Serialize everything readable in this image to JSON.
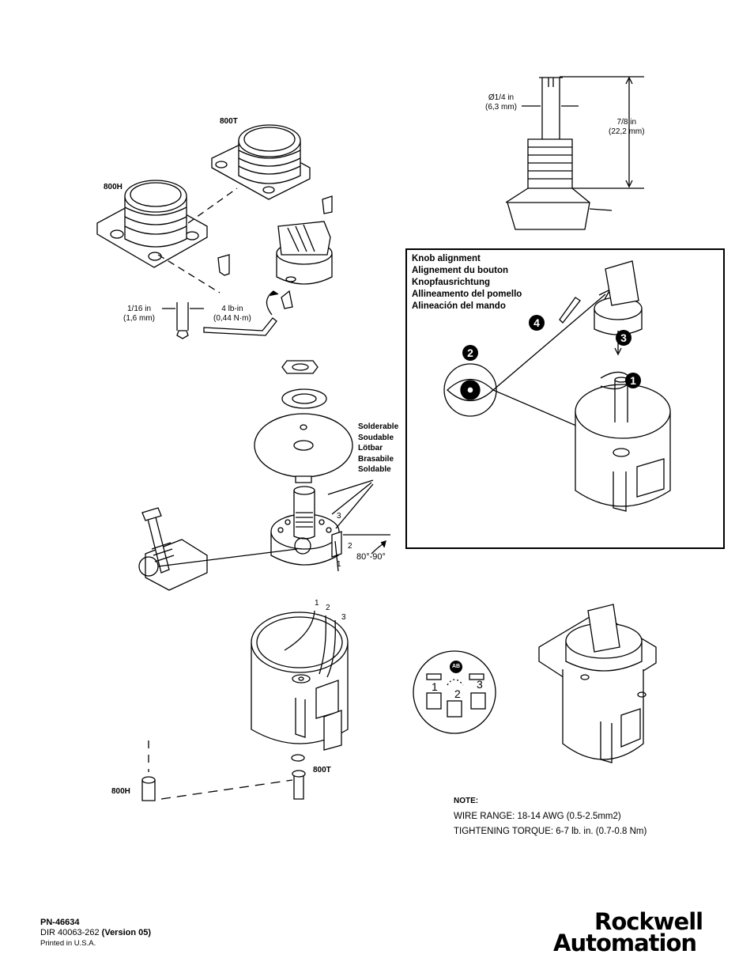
{
  "exploded_view": {
    "label_800t_top": "800T",
    "label_800h_top": "800H",
    "shaft_hex_label": "1/16 in\n(1,6 mm)",
    "torque_label": "4 lb-in\n(0,44 N·m)",
    "solderable_labels": [
      "Solderable",
      "Soudable",
      "Lötbar",
      "Brasabile",
      "Soldable"
    ],
    "terminal_numbers": [
      "3",
      "2",
      "1"
    ],
    "angle_label": "80°-90°",
    "wire_numbers": [
      "1",
      "2",
      "3"
    ],
    "label_800t_bottom": "800T",
    "label_800h_bottom": "800H"
  },
  "shaft_dims": {
    "diameter_label": "Ø1/4 in\n(6,3 mm)",
    "length_label": "7/8 in\n(22,2 mm)"
  },
  "knob_alignment": {
    "titles": [
      "Knob alignment",
      "Alignement du bouton",
      "Knopfausrichtung",
      "Allineamento del pomello",
      "Alineación del mando"
    ],
    "steps": [
      "1",
      "2",
      "3",
      "4"
    ]
  },
  "terminal_diagram": {
    "badge": "AB",
    "numbers": [
      "1",
      "2",
      "3"
    ]
  },
  "note": {
    "heading": "NOTE:",
    "line1": "WIRE RANGE: 18-14 AWG (0.5-2.5mm2)",
    "line2": "TIGHTENING TORQUE: 6-7 lb. in. (0.7-0.8 Nm)"
  },
  "footer": {
    "part_number": "PN-46634",
    "dir_prefix": "DIR 40063-262 ",
    "dir_version": "(Version 05)",
    "printed": "Printed in U.S.A."
  },
  "logo": {
    "line1": "Rockwell",
    "line2": "Automation"
  }
}
